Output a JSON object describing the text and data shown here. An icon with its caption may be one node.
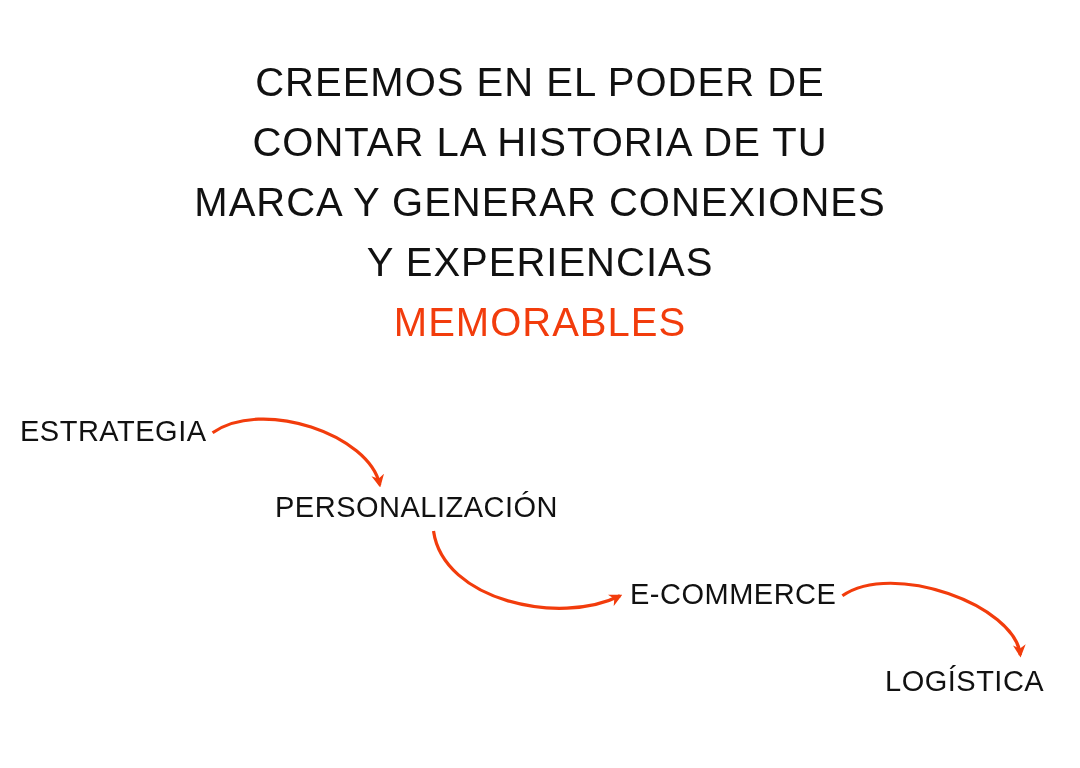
{
  "diagram": {
    "title": "CREEMOS EN EL PODER DE CONTAR LA HISTORIA DE TU MARCA Y GENERAR CONEXIONES Y EXPERIENCIAS",
    "nodes": [
      {
        "text": [
          "ESTRATEGIA"
        ]
      },
      {
        "text": [
          "PERSONALIZACIÓN"
        ]
      },
      {
        "text": [
          "E-COMMERCE"
        ]
      },
      {
        "text": [
          "LOGÍSTICA"
        ]
      }
    ],
    "edges": [
      {
        "from": 0,
        "to": 1,
        "arrow": "to"
      },
      {
        "from": 1,
        "to": 2,
        "arrow": "to"
      },
      {
        "from": 2,
        "to": 3,
        "arrow": "to"
      }
    ],
    "labels": [
      "MEMORABLES"
    ]
  }
}
